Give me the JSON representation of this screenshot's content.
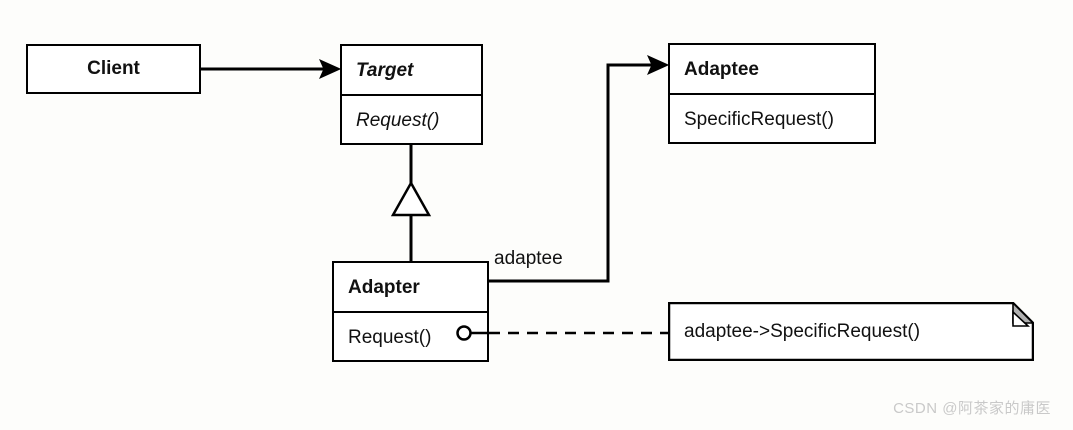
{
  "diagram": {
    "type": "uml-class-diagram",
    "title": "Adapter Pattern (object adapter) class diagram",
    "background_color": "#fdfdfb",
    "line_color": "#000000",
    "classes": [
      {
        "id": "client",
        "name": "Client",
        "stereotype": "concrete",
        "name_style": "bold",
        "operations": [],
        "has_operations_compartment": false
      },
      {
        "id": "target",
        "name": "Target",
        "stereotype": "abstract",
        "name_style": "bold-italic",
        "operations": [
          "Request()"
        ],
        "has_operations_compartment": true
      },
      {
        "id": "adaptee",
        "name": "Adaptee",
        "stereotype": "concrete",
        "name_style": "bold",
        "operations": [
          "SpecificRequest()"
        ],
        "has_operations_compartment": true
      },
      {
        "id": "adapter",
        "name": "Adapter",
        "stereotype": "concrete",
        "name_style": "bold",
        "operations": [
          "Request()"
        ],
        "has_operations_compartment": true
      }
    ],
    "relationships": [
      {
        "id": "client-to-target",
        "from": "Client",
        "to": "Target",
        "kind": "association",
        "arrow": "solid-filled-arrowhead",
        "line": "solid",
        "label": ""
      },
      {
        "id": "adapter-to-target",
        "from": "Adapter",
        "to": "Target",
        "kind": "generalization",
        "arrow": "hollow-triangle",
        "line": "solid",
        "label": ""
      },
      {
        "id": "adapter-to-adaptee",
        "from": "Adapter",
        "to": "Adaptee",
        "kind": "association",
        "arrow": "solid-filled-arrowhead",
        "line": "solid",
        "label": "adaptee"
      },
      {
        "id": "request-to-note",
        "from": "Adapter.Request()",
        "to": "note",
        "kind": "note-anchor",
        "arrow": "lollipop-circle",
        "line": "dashed",
        "label": ""
      }
    ],
    "notes": [
      {
        "id": "note-implementation",
        "text": "adaptee->SpecificRequest()",
        "dog_ear": true,
        "dog_ear_fill": "#b0b0b0"
      }
    ],
    "role_labels": [
      {
        "id": "adaptee-role",
        "text": "adaptee"
      }
    ]
  },
  "watermark": {
    "text": "CSDN @阿茶家的庸医",
    "color": "#c9c9c9"
  }
}
